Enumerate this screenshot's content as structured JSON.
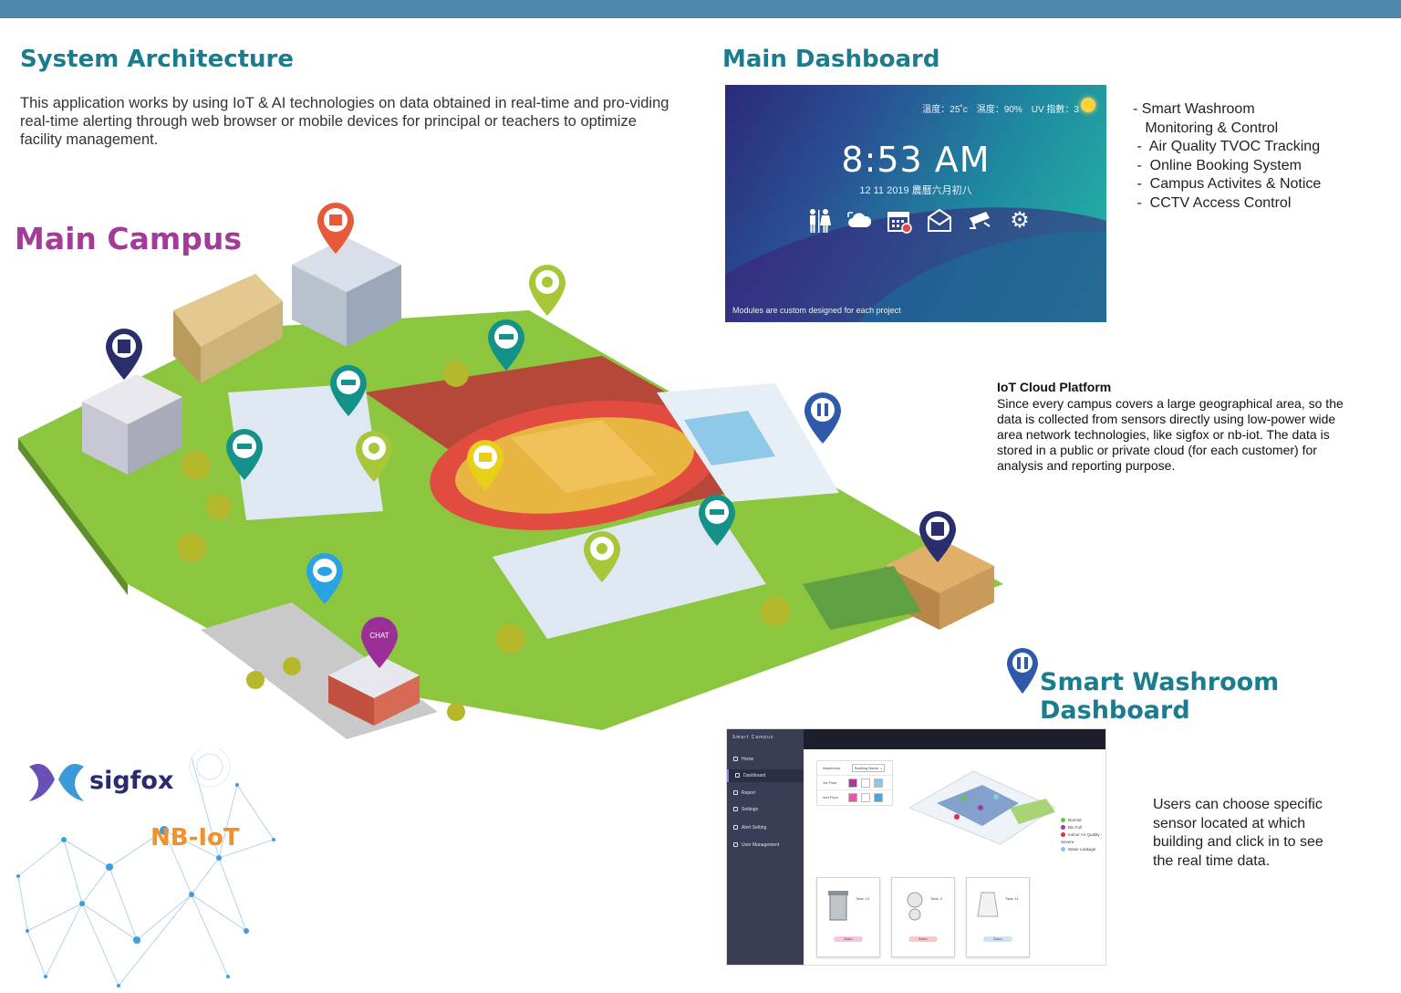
{
  "system_architecture": {
    "title": "System Architecture",
    "description": "This application works by using IoT & AI technologies on data obtained in real-time and pro-viding real-time alerting through web browser or mobile devices for principal or teachers to optimize facility management."
  },
  "main_campus": {
    "title": "Main Campus",
    "pin_labels": {
      "chat": "CHAT"
    }
  },
  "main_dashboard": {
    "title": "Main Dashboard",
    "screen": {
      "weather": "溫度：25˚c　濕度：90%　UV 指數：3",
      "time": "8:53 AM",
      "date": "12 11 2019 農曆六月初八",
      "note": "Modules are custom designed for each project",
      "icons": [
        "washroom-icon",
        "cloud-icon",
        "calendar-icon",
        "mail-icon",
        "cctv-icon",
        "gear-icon"
      ]
    },
    "features": [
      "- Smart Washroom",
      "   Monitoring & Control",
      " -  Air Quality TVOC Tracking",
      " -  Online Booking System",
      " -  Campus Activites & Notice",
      " -  CCTV Access Control"
    ]
  },
  "iot_cloud": {
    "title": "IoT Cloud Platform",
    "body": "Since every campus covers a large geographical area, so the data is collected from sensors directly using low-power wide area network technologies, like sigfox or nb-iot. The data is stored in a public or private cloud (for each customer) for analysis and reporting purpose."
  },
  "network": {
    "sigfox": "sigfox",
    "nbiot": "NB-IoT"
  },
  "smart_washroom": {
    "title": "Smart Washroom Dashboard",
    "description": "Users can choose specific sensor located at which building and click in to see the real time data.",
    "screen": {
      "brand": "Smart Campus",
      "nav": [
        "Home",
        "Dashboard",
        "Report",
        "Settings",
        "Alert Setting",
        "User Management"
      ],
      "active_nav": "Dashboard",
      "table": {
        "col1": "Washroom",
        "col2": "Building Name ⌄",
        "rows": [
          "1st Floor",
          "2nd Floor"
        ]
      },
      "legend": [
        "Normal",
        "Bin Full",
        "Indoor Air Quality - Severe",
        "Water Leakage"
      ],
      "legend_colors": [
        "#6cc04a",
        "#a33b98",
        "#d9304f",
        "#8fc6e8"
      ],
      "cards": [
        {
          "total": "Total: 10",
          "button": "Status",
          "button_color": "#f5c6de"
        },
        {
          "total": "Total: 4",
          "button": "Status",
          "button_color": "#f7c9c9"
        },
        {
          "total": "Total: 11",
          "button": "Status",
          "button_color": "#cfe3f7"
        }
      ]
    }
  },
  "colors": {
    "teal_title": "#1b7c8e",
    "magenta_title": "#a33b98",
    "top_bar": "#4e88ad",
    "grass": "#8cc63f"
  }
}
